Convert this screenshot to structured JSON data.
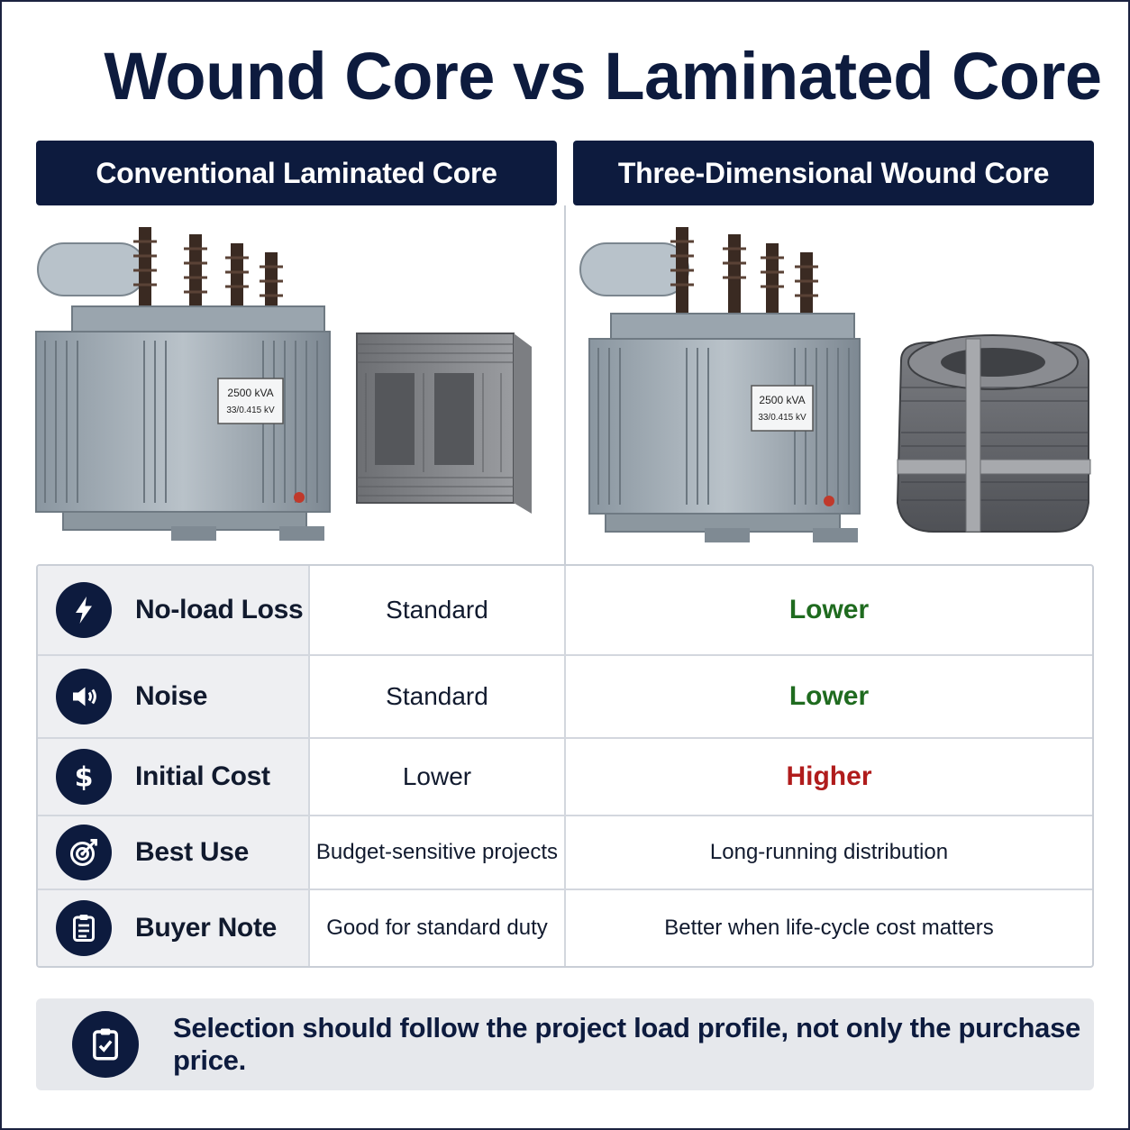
{
  "title": "Wound Core vs Laminated Core",
  "columns": {
    "left": "Conventional Laminated Core",
    "right": "Three-Dimensional Wound Core"
  },
  "nameplate": {
    "rating": "2500 kVA",
    "voltage": "33/0.415 kV"
  },
  "rows": [
    {
      "icon": "lightning-icon",
      "label": "No-load Loss",
      "laminated": "Standard",
      "wound": "Lower",
      "wound_status": "good"
    },
    {
      "icon": "speaker-icon",
      "label": "Noise",
      "laminated": "Standard",
      "wound": "Lower",
      "wound_status": "good"
    },
    {
      "icon": "dollar-icon",
      "label": "Initial Cost",
      "laminated": "Lower",
      "wound": "Higher",
      "wound_status": "bad"
    },
    {
      "icon": "target-icon",
      "label": "Best Use",
      "laminated": "Budget-sensitive projects",
      "wound": "Long-running distribution",
      "wound_status": "neutral"
    },
    {
      "icon": "clipboard-icon",
      "label": "Buyer Note",
      "laminated": "Good for standard duty",
      "wound": "Better when life-cycle cost matters",
      "wound_status": "neutral"
    }
  ],
  "note": {
    "icon": "clipboard-check-icon",
    "text": "Selection should follow the project load profile, not only the purchase price."
  },
  "colors": {
    "navy": "#0d1b3e",
    "good": "#1f6b1f",
    "bad": "#b01c1c"
  }
}
